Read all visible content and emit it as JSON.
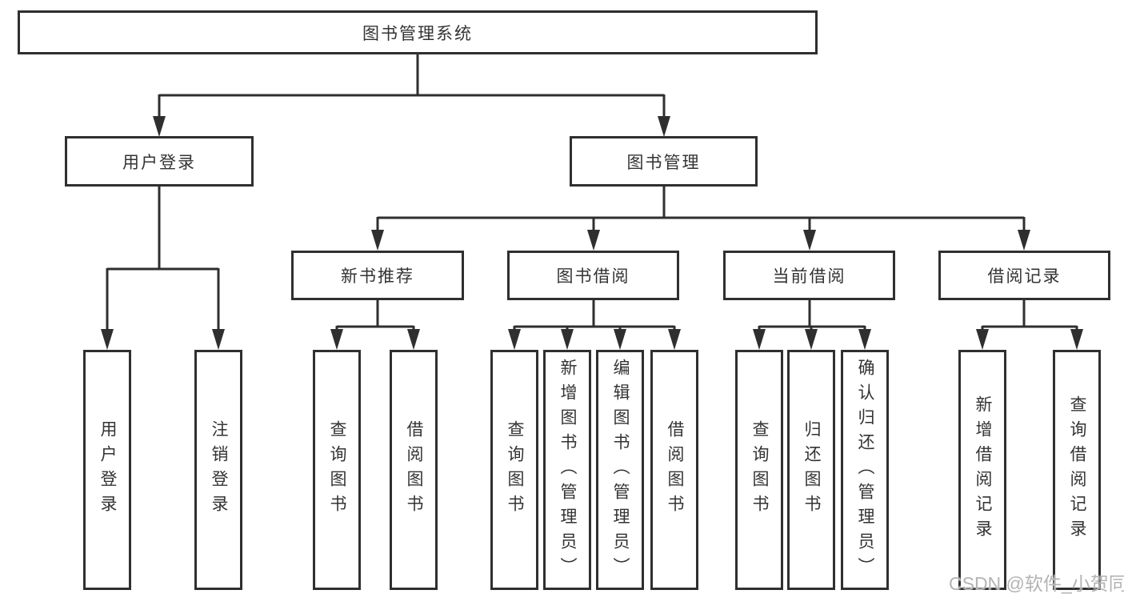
{
  "tree": {
    "root": {
      "label": "图书管理系统",
      "children": [
        {
          "label": "用户登录",
          "children": [
            {
              "label": "用户登录"
            },
            {
              "label": "注销登录"
            }
          ]
        },
        {
          "label": "图书管理",
          "children": [
            {
              "label": "新书推荐",
              "children": [
                {
                  "label": "查询图书"
                },
                {
                  "label": "借阅图书"
                }
              ]
            },
            {
              "label": "图书借阅",
              "children": [
                {
                  "label": "查询图书"
                },
                {
                  "label": "新增图书（管理员）"
                },
                {
                  "label": "编辑图书（管理员）"
                },
                {
                  "label": "借阅图书"
                }
              ]
            },
            {
              "label": "当前借阅",
              "children": [
                {
                  "label": "查询图书"
                },
                {
                  "label": "归还图书"
                },
                {
                  "label": "确认归还（管理员）"
                }
              ]
            },
            {
              "label": "借阅记录",
              "children": [
                {
                  "label": "新增借阅记录"
                },
                {
                  "label": "查询借阅记录"
                }
              ]
            }
          ]
        }
      ]
    }
  },
  "watermark": {
    "text": "CSDN @软件_小贺同学"
  },
  "colors": {
    "line": "#2f2f2f",
    "box_border": "#2f2f2f",
    "text": "#333333",
    "watermark": "#b3b3b3",
    "background": "#ffffff"
  }
}
